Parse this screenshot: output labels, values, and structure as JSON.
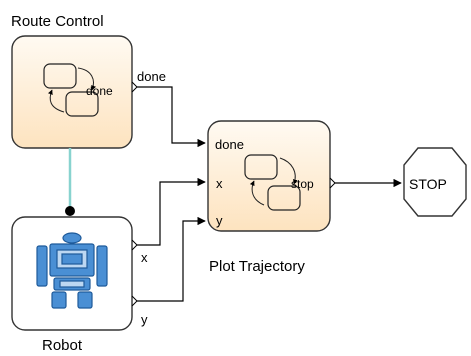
{
  "blocks": {
    "route_control": {
      "title": "Route Control",
      "outports": [
        "done"
      ],
      "chart_transition_label": "done"
    },
    "robot": {
      "title": "Robot",
      "outports": [
        "x",
        "y"
      ]
    },
    "plot_trajectory": {
      "title": "Plot Trajectory",
      "inports": [
        "done",
        "x",
        "y"
      ],
      "chart_transition_label": "stop"
    },
    "stop": {
      "label": "STOP"
    }
  },
  "signals": {
    "done": "done",
    "x": "x",
    "y": "y"
  },
  "colors": {
    "stateflow_block_fill_top": "#fffaf2",
    "stateflow_block_fill_bottom": "#fde9cc",
    "robot_icon_blue": "#3b7fc4",
    "connector_teal": "#88d3cf",
    "line": "#000000"
  }
}
